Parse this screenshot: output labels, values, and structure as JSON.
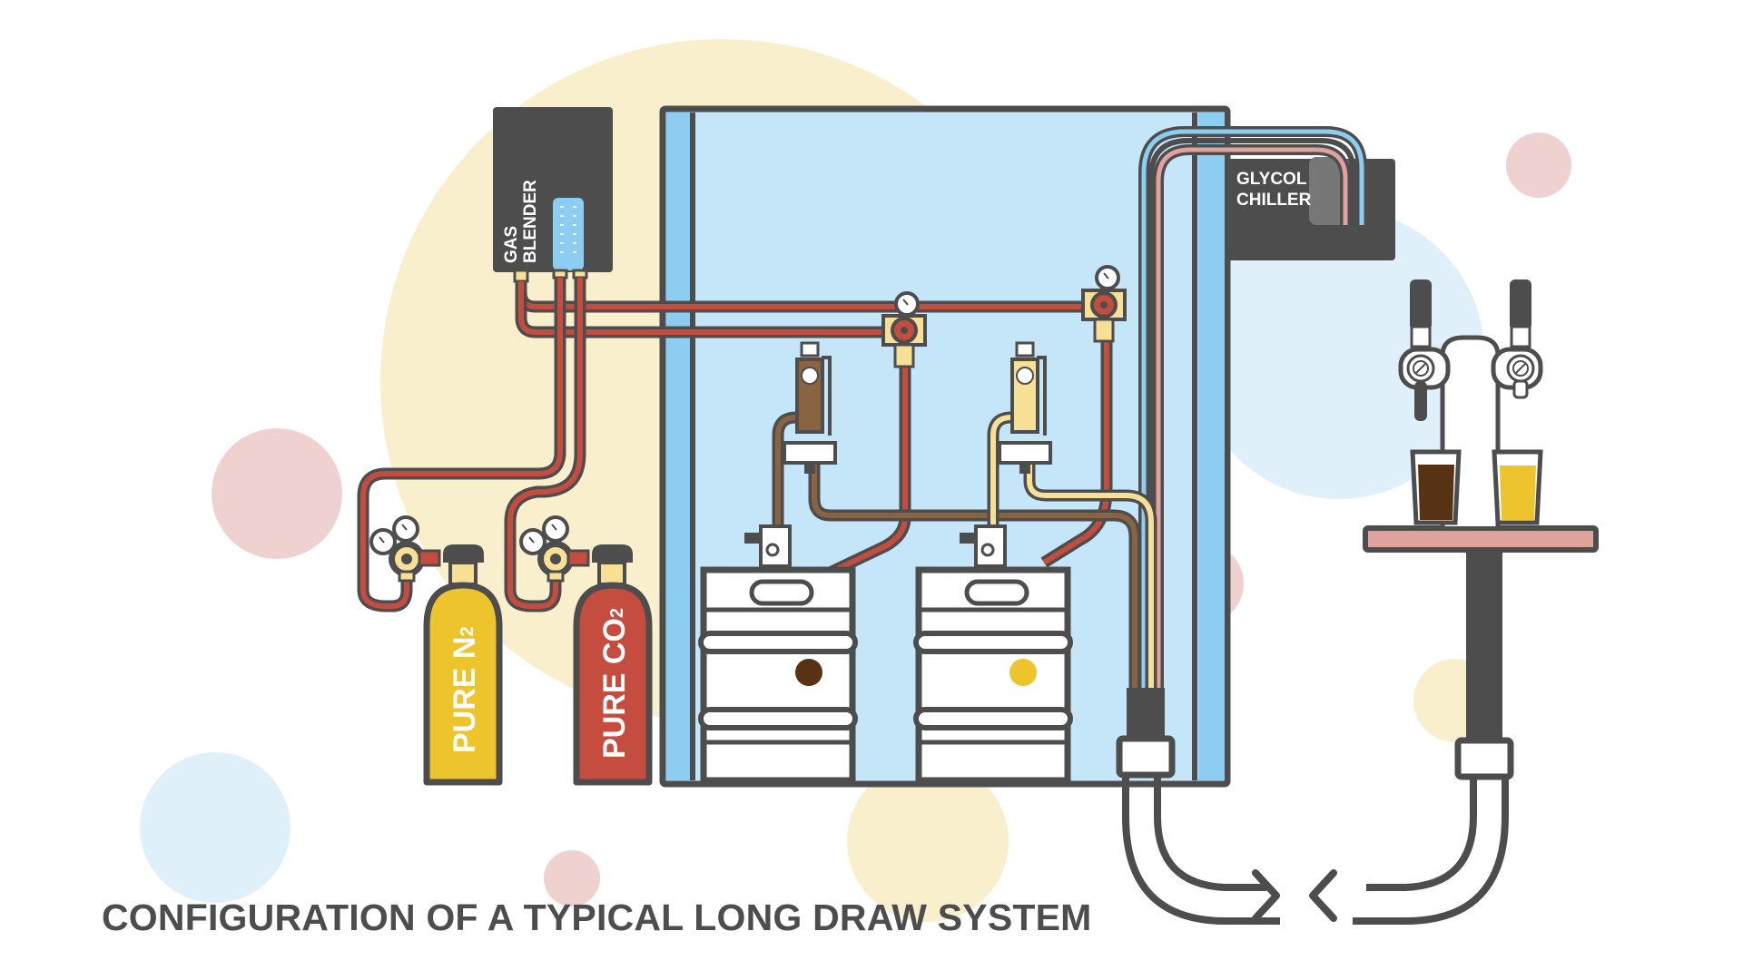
{
  "diagram": {
    "title": "CONFIGURATION OF A TYPICAL LONG DRAW SYSTEM",
    "components": {
      "gas_blender": {
        "label_line1": "GAS",
        "label_line2": "BLENDER"
      },
      "glycol_chiller": {
        "label_line1": "GLYCOL",
        "label_line2": "CHILLER"
      },
      "cylinders": [
        {
          "id": "n2",
          "label": "PURE N",
          "subscript": "2",
          "color": "#eec42c"
        },
        {
          "id": "co2",
          "label": "PURE CO",
          "subscript": "2",
          "color": "#c44d3f"
        }
      ],
      "kegs": [
        {
          "id": "dark-beer",
          "beer_color": "#573314",
          "line_color": "#8a6440"
        },
        {
          "id": "light-beer",
          "beer_color": "#eec42c",
          "line_color": "#f7df96"
        }
      ],
      "tower": {
        "faucets": 2,
        "glasses": [
          {
            "beer": "dark",
            "color": "#573314"
          },
          {
            "beer": "light",
            "color": "#eec42c"
          }
        ]
      }
    },
    "colors": {
      "outline": "#4d4d4d",
      "gas_line": "#c44d3f",
      "cooler_fill": "#c5e5f8",
      "cooler_wall": "#8dcdf2",
      "glycol_supply": "#8dcdf2",
      "glycol_return": "#e0a29d",
      "brass": "#f7df96",
      "bg_yellow": "#f9efcd",
      "bg_pink": "#efd2d0",
      "bg_blue": "#e0f0fa",
      "drip_tray": "#e0a29d"
    }
  }
}
